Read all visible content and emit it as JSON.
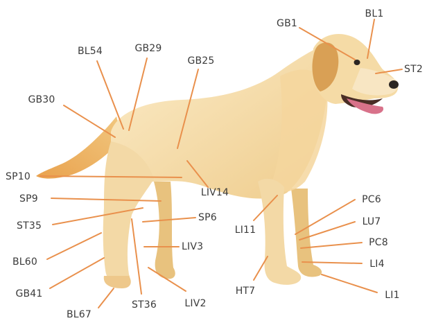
{
  "diagram": {
    "subject": "dog acupuncture points",
    "colors": {
      "pointer": "#e9904c",
      "label": "#3a3a3a",
      "coat_light": "#f9e6bf",
      "coat_mid": "#efcb86",
      "coat_dark": "#d9a45a",
      "tongue": "#d8728a",
      "nose": "#2a2522"
    },
    "points": {
      "bl1": "BL1",
      "gb1": "GB1",
      "st2": "ST2",
      "bl54": "BL54",
      "gb29": "GB29",
      "gb25": "GB25",
      "gb30": "GB30",
      "sp10": "SP10",
      "liv14": "LIV14",
      "sp9": "SP9",
      "st35": "ST35",
      "sp6": "SP6",
      "li11": "LI11",
      "liv3": "LIV3",
      "bl60": "BL60",
      "gb41": "GB41",
      "bl67": "BL67",
      "st36": "ST36",
      "liv2": "LIV2",
      "ht7": "HT7",
      "pc6": "PC6",
      "lu7": "LU7",
      "pc8": "PC8",
      "li4": "LI4",
      "li1": "LI1"
    }
  }
}
